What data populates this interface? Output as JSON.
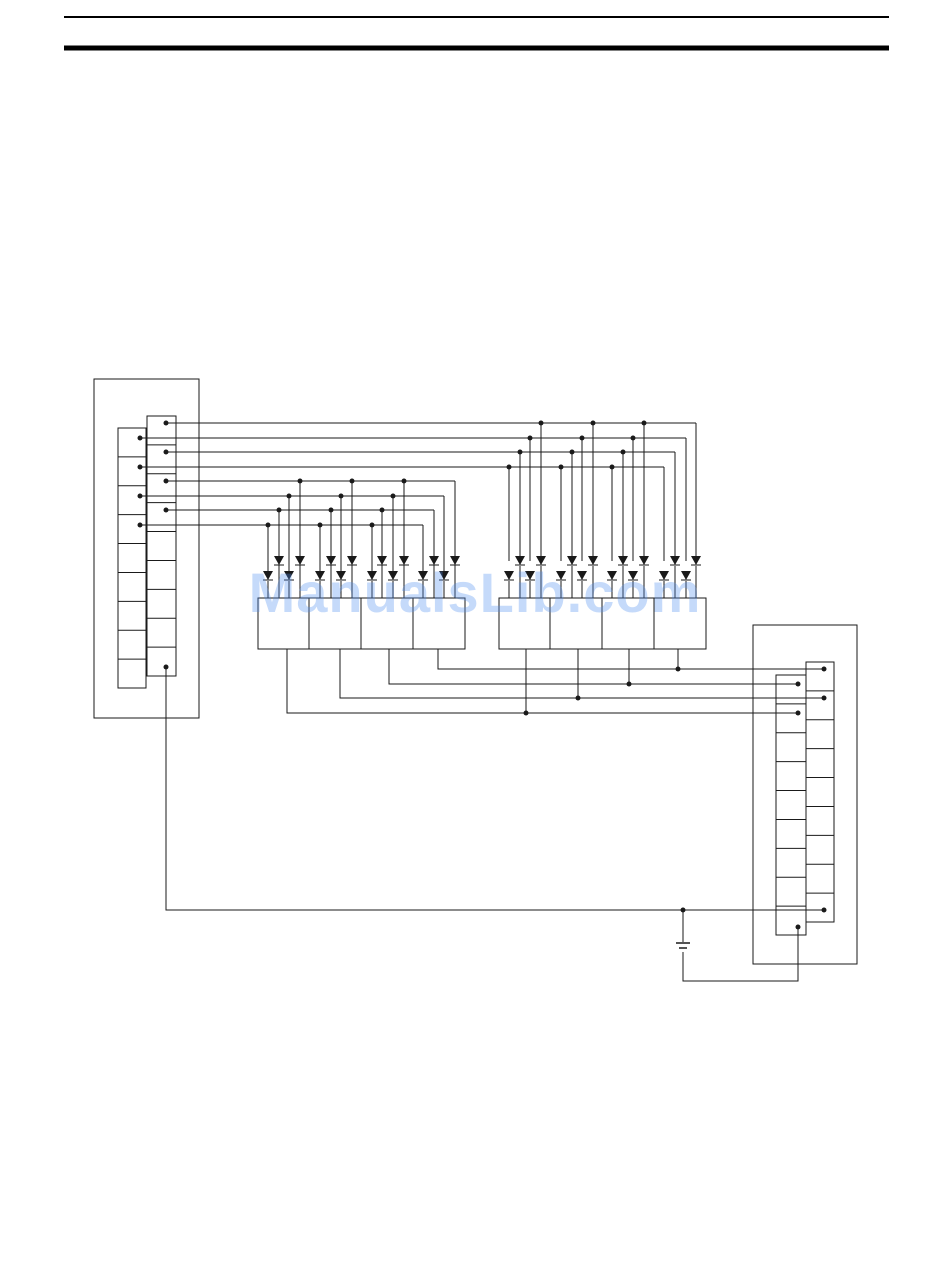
{
  "watermark": {
    "text": "ManualsLib.com"
  },
  "diagram": {
    "line_color": "#1a1a1a",
    "left_unit": {
      "lower_cells": 9,
      "upper_cells": 9
    },
    "right_unit": {
      "inner_cells": 9,
      "outer_cells": 9
    },
    "left_group": {
      "blocks": 4,
      "diodes_per_block": 4
    },
    "right_group": {
      "blocks": 4,
      "diodes_per_block": 4
    },
    "ground_symbol": true
  }
}
